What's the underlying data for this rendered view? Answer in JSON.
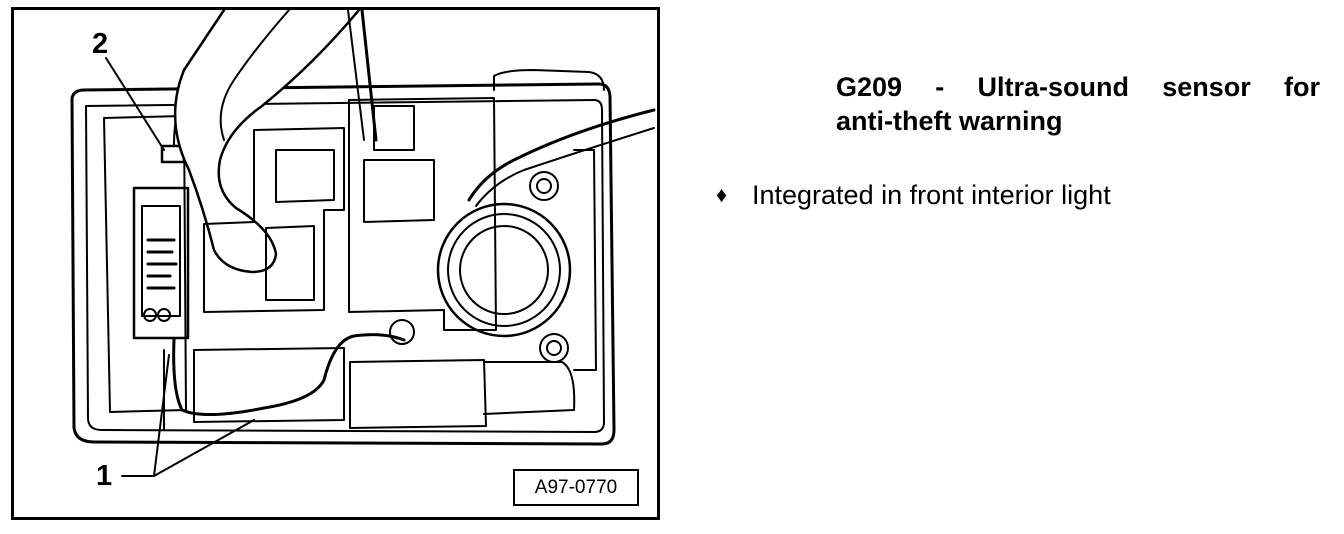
{
  "figure": {
    "callout_1": "1",
    "callout_2": "2",
    "figure_id": "A97-0770"
  },
  "text": {
    "heading_line1": "G209 - Ultra-sound sensor for",
    "heading_line2": "anti-theft warning",
    "bullet_symbol": "♦",
    "bullet_text": "Integrated in front interior light"
  }
}
